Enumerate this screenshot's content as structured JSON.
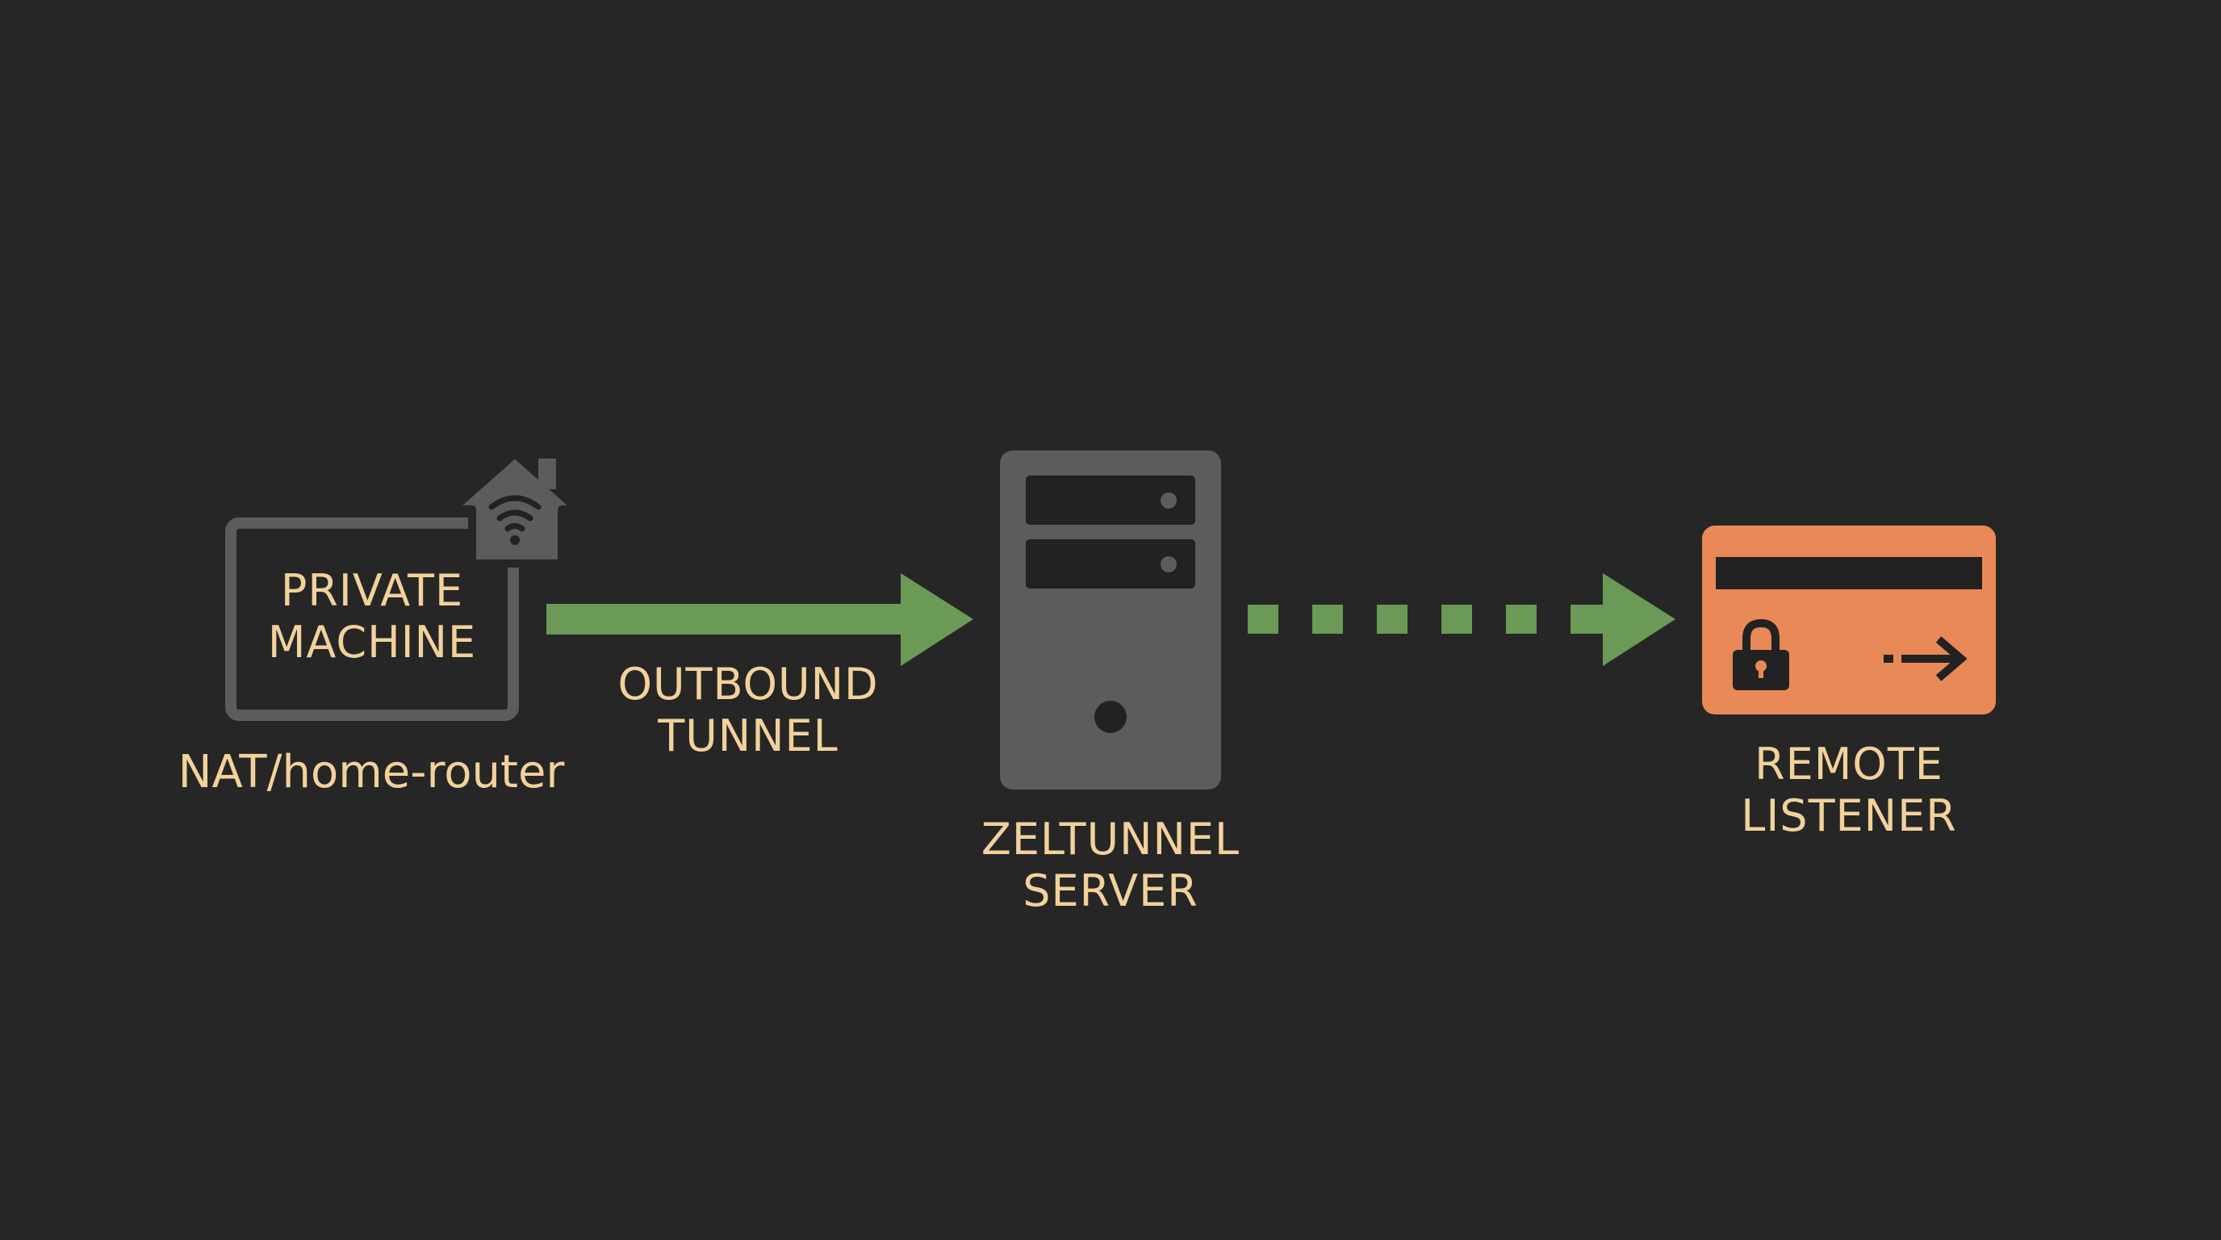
{
  "nodes": {
    "private_machine": {
      "label_line1": "PRIVATE",
      "label_line2": "MACHINE",
      "sublabel": "NAT/home-router",
      "icon": "house-wifi-icon"
    },
    "server": {
      "label_line1": "ZELTUNNEL",
      "label_line2": "SERVER",
      "icon": "server-tower-icon"
    },
    "listener": {
      "label_line1": "REMOTE",
      "label_line2": "LISTENER",
      "icon": "card-lock-icon"
    }
  },
  "edges": {
    "outbound": {
      "label_line1": "OUTBOUND",
      "label_line2": "TUNNEL",
      "style": "solid"
    },
    "forward": {
      "style": "dashed"
    }
  },
  "colors": {
    "background": "#272626",
    "node_gray": "#5e5c5a",
    "arrow_green": "#6a9a55",
    "listener_orange": "#e98957",
    "text_cream": "#f2d29b",
    "dark": "#232222"
  }
}
